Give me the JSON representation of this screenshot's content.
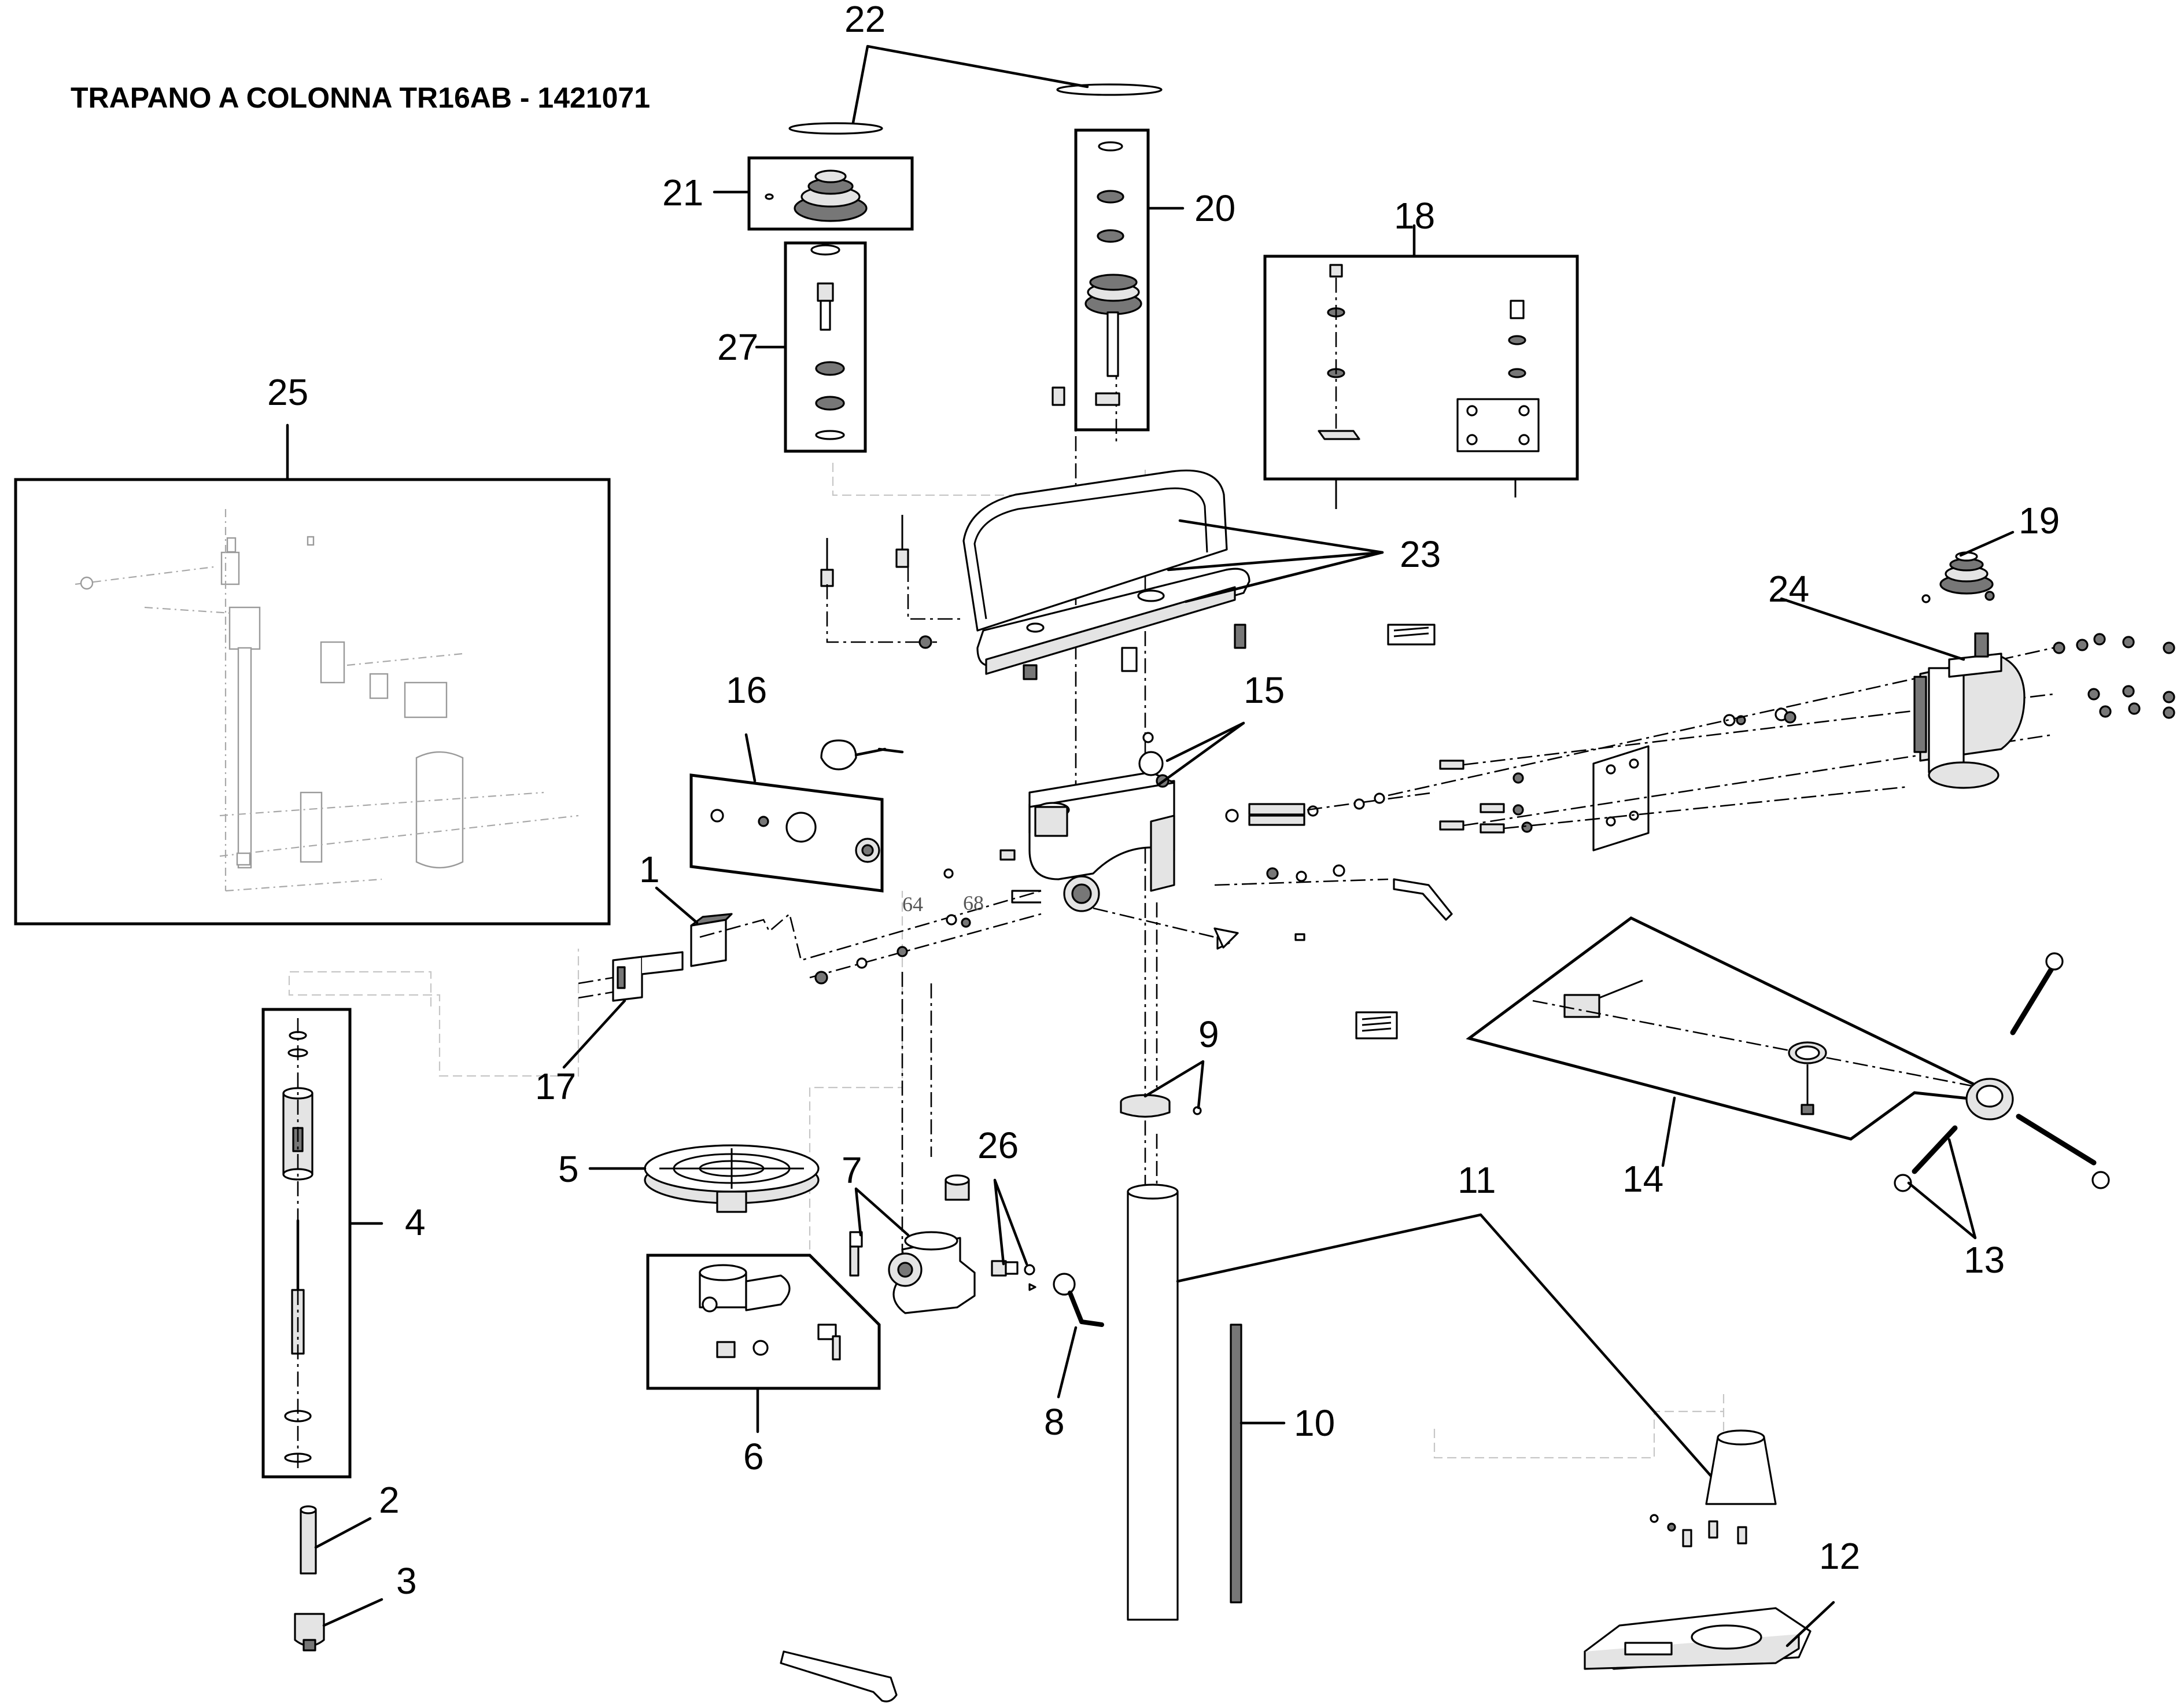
{
  "title": "TRAPANO A COLONNA TR16AB - 1421071",
  "callouts": [
    "1",
    "2",
    "3",
    "4",
    "5",
    "6",
    "7",
    "8",
    "9",
    "10",
    "11",
    "12",
    "13",
    "14",
    "15",
    "16",
    "17",
    "18",
    "19",
    "20",
    "21",
    "22",
    "23",
    "24",
    "25",
    "26",
    "27"
  ],
  "small_labels": [
    "64",
    "68"
  ]
}
